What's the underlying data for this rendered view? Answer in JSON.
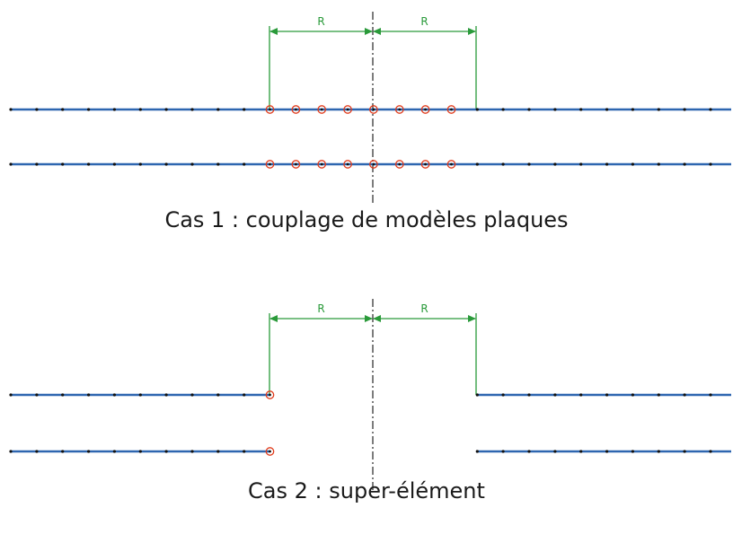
{
  "colors": {
    "beam": "#2e66b0",
    "node": "#111111",
    "coupled_node": "#e03a1a",
    "dimension": "#2a9a3a",
    "axis": "#111111",
    "caption": "#1a1a1a"
  },
  "dimension_label": "R",
  "cases": [
    {
      "caption": "Cas 1 : couplage de modèles plaques",
      "mode": "coupled",
      "dimension_labels": [
        "R",
        "R"
      ]
    },
    {
      "caption": "Cas 2 : super-élément",
      "mode": "superelement",
      "dimension_labels": [
        "R",
        "R"
      ]
    }
  ]
}
